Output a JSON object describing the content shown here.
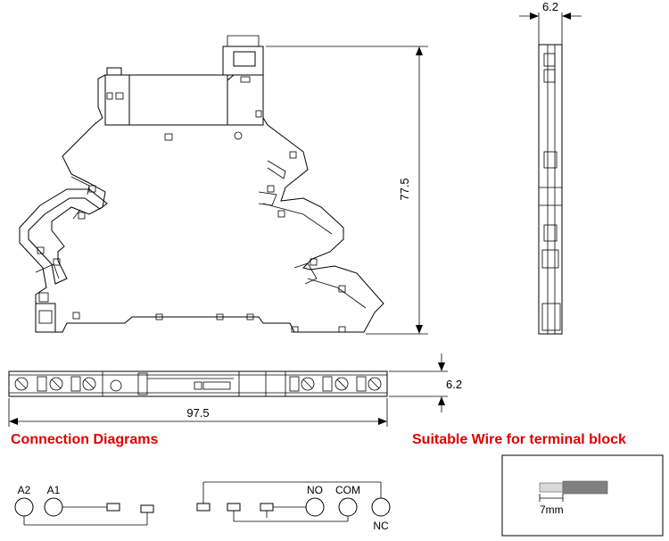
{
  "dimensions": {
    "height": "77.5",
    "width_top": "6.2",
    "depth_side": "6.2",
    "length": "97.5"
  },
  "headings": {
    "connection": "Connection Diagrams",
    "wire": "Suitable Wire for terminal block"
  },
  "terminals": {
    "a2": "A2",
    "a1": "A1",
    "no": "NO",
    "com": "COM",
    "nc": "NC"
  },
  "wire": {
    "strip_length": "7mm"
  },
  "colors": {
    "heading": "#e00000",
    "line": "#000000",
    "wire_insulation": "#808080"
  }
}
